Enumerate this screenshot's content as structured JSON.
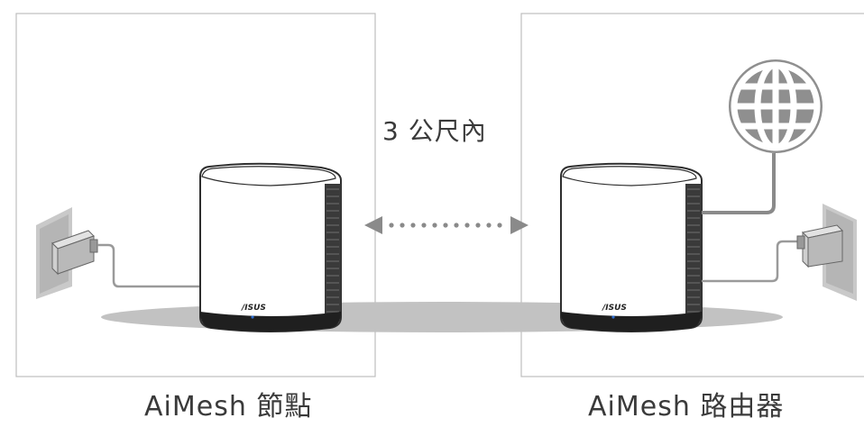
{
  "distance_label": "3 公尺內",
  "left_device": {
    "caption": "AiMesh 節點",
    "logo": "/ISUS"
  },
  "right_device": {
    "caption": "AiMesh 路由器",
    "logo": "/ISUS"
  },
  "icons": [
    "power-outlet-icon",
    "power-adapter-icon",
    "router-icon",
    "globe-icon",
    "double-arrow-icon"
  ],
  "colors": {
    "frame": "#bdbdbd",
    "shadow": "#bcbcbc",
    "router": "#333333",
    "cable": "#9a9a9a",
    "wall": "#b5b5b5"
  }
}
